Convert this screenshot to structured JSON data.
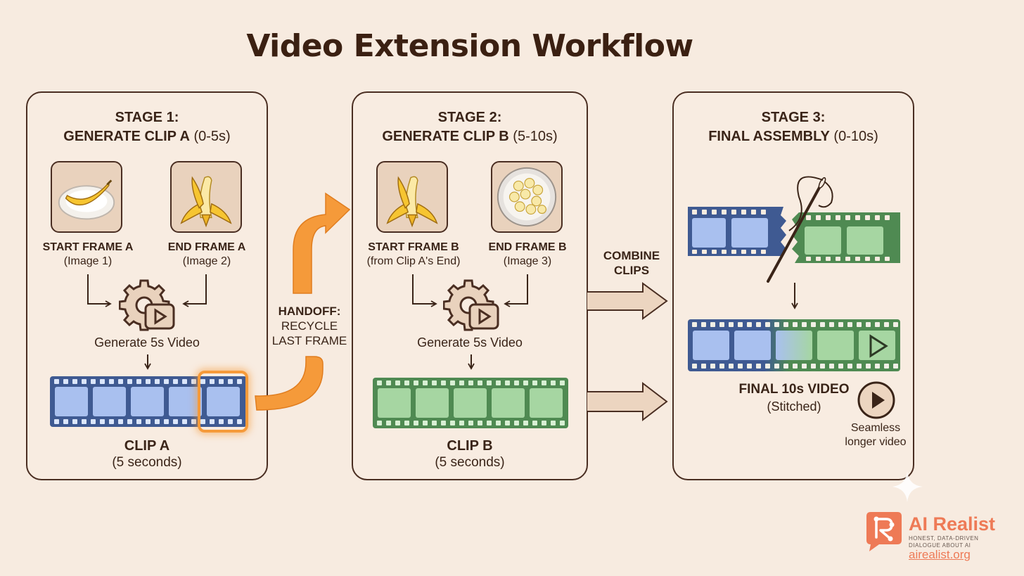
{
  "title": "Video Extension Workflow",
  "stage1": {
    "heading_line1": "STAGE 1:",
    "heading_bold": "GENERATE CLIP A",
    "heading_range": "(0-5s)",
    "start_frame": {
      "label": "START FRAME A",
      "sub": "(Image 1)"
    },
    "end_frame": {
      "label": "END FRAME A",
      "sub": "(Image 2)"
    },
    "generate_label": "Generate 5s Video",
    "clip": {
      "label": "CLIP A",
      "sub": "(5 seconds)"
    }
  },
  "handoff": {
    "line1": "HANDOFF:",
    "line2": "RECYCLE",
    "line3": "LAST FRAME"
  },
  "stage2": {
    "heading_line1": "STAGE 2:",
    "heading_bold": "GENERATE CLIP B",
    "heading_range": "(5-10s)",
    "start_frame": {
      "label": "START FRAME B",
      "sub": "(from Clip A's End)"
    },
    "end_frame": {
      "label": "END FRAME B",
      "sub": "(Image 3)"
    },
    "generate_label": "Generate 5s Video",
    "clip": {
      "label": "CLIP B",
      "sub": "(5 seconds)"
    }
  },
  "combine": {
    "line1": "COMBINE",
    "line2": "CLIPS"
  },
  "stage3": {
    "heading_line1": "STAGE 3:",
    "heading_bold": "FINAL ASSEMBLY",
    "heading_range": "(0-10s)",
    "final": {
      "label": "FINAL 10s VIDEO",
      "sub": "(Stitched)"
    },
    "note_line1": "Seamless",
    "note_line2": "longer video"
  },
  "brand": {
    "name": "AI Realist",
    "tagline_line1": "HONEST, DATA-DRIVEN",
    "tagline_line2": "DIALOGUE ABOUT AI",
    "url": "airealist.org"
  },
  "colors": {
    "background": "#f7ebe0",
    "panel_border": "#4a2e22",
    "film_blue": "#3f5a92",
    "frame_blue": "#a9c0ef",
    "film_green": "#4f8a52",
    "frame_green": "#a6d6a2",
    "handoff_orange": "#f59a3a",
    "brand_coral": "#ee7a56"
  },
  "icons": [
    "banana-on-plate-icon",
    "peeled-banana-icon",
    "banana-slices-bowl-icon",
    "gear-play-icon",
    "needle-thread-icon",
    "play-circle-icon",
    "ai-realist-logo-icon",
    "sparkle-icon"
  ]
}
